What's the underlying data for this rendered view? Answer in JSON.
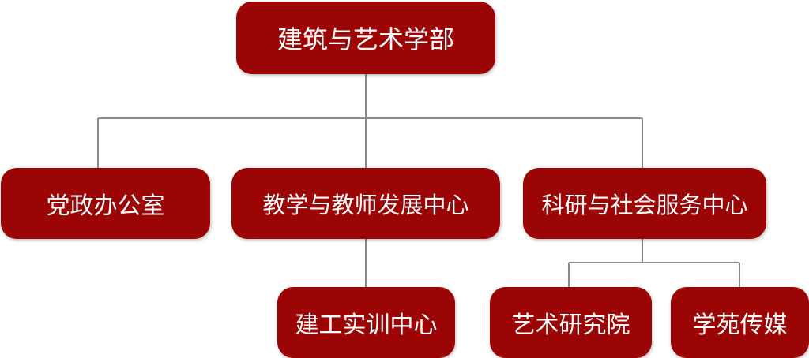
{
  "org_chart": {
    "root": {
      "label": "建筑与艺术学部"
    },
    "departments": [
      {
        "label": "党政办公室"
      },
      {
        "label": "教学与教师发展中心"
      },
      {
        "label": "科研与社会服务中心"
      }
    ],
    "sub_units": [
      {
        "label": "建工实训中心"
      },
      {
        "label": "艺术研究院"
      },
      {
        "label": "学苑传媒"
      }
    ]
  },
  "colors": {
    "node_fill": "#9c0505",
    "node_text": "#ffffff",
    "connector": "#8a8a8a",
    "background": "#ffffff"
  }
}
